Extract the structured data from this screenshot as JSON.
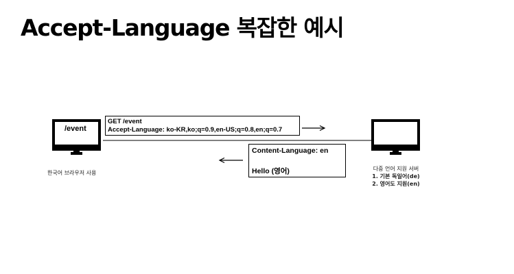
{
  "title": "Accept-Language 복잡한 예시",
  "client": {
    "screen_label": "/event",
    "caption": "한국어 브라우저 사용"
  },
  "request": {
    "line1": "GET /event",
    "line2": "Accept-Language: ko-KR,ko;q=0.9,en-US;q=0.8,en;q=0.7"
  },
  "response": {
    "header": "Content-Language: en",
    "body": "Hello (영어)"
  },
  "server": {
    "caption_line1": "다중 언어 지원 서버",
    "caption_line2": "1. 기본 독일어(de)",
    "caption_line3": "2. 영어도 지원(en)"
  }
}
